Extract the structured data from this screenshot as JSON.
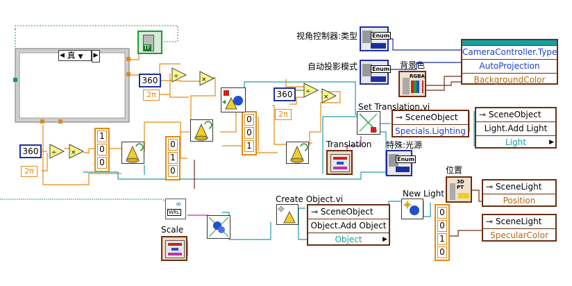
{
  "case_structure": {
    "selector": "真",
    "selector_arrow": "▼"
  },
  "constants": {
    "n360_a": "360",
    "n360_b": "360",
    "n360_c": "360",
    "two_pi_a": "2π",
    "two_pi_b": "2π",
    "two_pi_c": "2π",
    "array_100": [
      "1",
      "0",
      "0"
    ],
    "array_010": [
      "0",
      "1",
      "0"
    ],
    "array_001": [
      "0",
      "0",
      "1"
    ],
    "array_0010": [
      "0",
      "0",
      "1",
      "0"
    ]
  },
  "labels": {
    "camera_type": "视角控制器:类型",
    "auto_projection": "自动投影模式",
    "background_color": "背景色",
    "set_translation": "Set Translation.vi",
    "translation": "Translation",
    "special_light": "特殊:光源",
    "position": "位置",
    "new_light": "New Light",
    "create_object": "Create Object.vi",
    "scale": "Scale"
  },
  "property_nodes": {
    "camera": {
      "rows": [
        "CameraController.Type",
        "AutoProjection",
        "BackgroundColor"
      ]
    },
    "specials": {
      "header": "SceneObject",
      "rows": [
        "Specials.Lighting"
      ]
    },
    "add_light": {
      "header": "SceneObject",
      "rows": [
        "Light.Add Light",
        "Light"
      ]
    },
    "scene_light_pos": {
      "header": "SceneLight",
      "rows": [
        "Position"
      ]
    },
    "scene_light_spec": {
      "header": "SceneLight",
      "rows": [
        "SpecularColor"
      ]
    },
    "add_object": {
      "header": "SceneObject",
      "rows": [
        "Object.Add Object",
        "Object"
      ]
    }
  },
  "icons": {
    "enum_text": "Enum",
    "rgba_text": "RGBA",
    "tf_text": "TF",
    "wrl_text": "WRL",
    "pt_text": "3D PT"
  }
}
